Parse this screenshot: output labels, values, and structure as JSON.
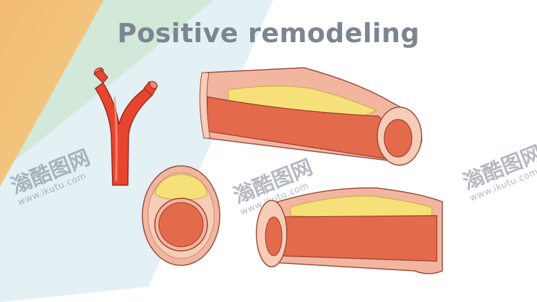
{
  "slide": {
    "title": "Positive remodeling"
  },
  "watermarks": [
    {
      "logo": "滃酷图网",
      "url": "www.ikutu.com"
    },
    {
      "logo": "滃酷图网",
      "url": "www.ikutu.com"
    },
    {
      "logo": "滃酷图网",
      "url": "www.ikutu.com"
    }
  ],
  "illustrations": [
    "artery-branch-icon",
    "longitudinal-vessel-section",
    "cross-section-vessel",
    "remodeled-vessel-section"
  ],
  "colors": {
    "title": "#7d8591",
    "vessel_wall": "#f2b6a0",
    "lumen": "#e46a4c",
    "plaque": "#f6e07a",
    "artery": "#e8452f"
  }
}
